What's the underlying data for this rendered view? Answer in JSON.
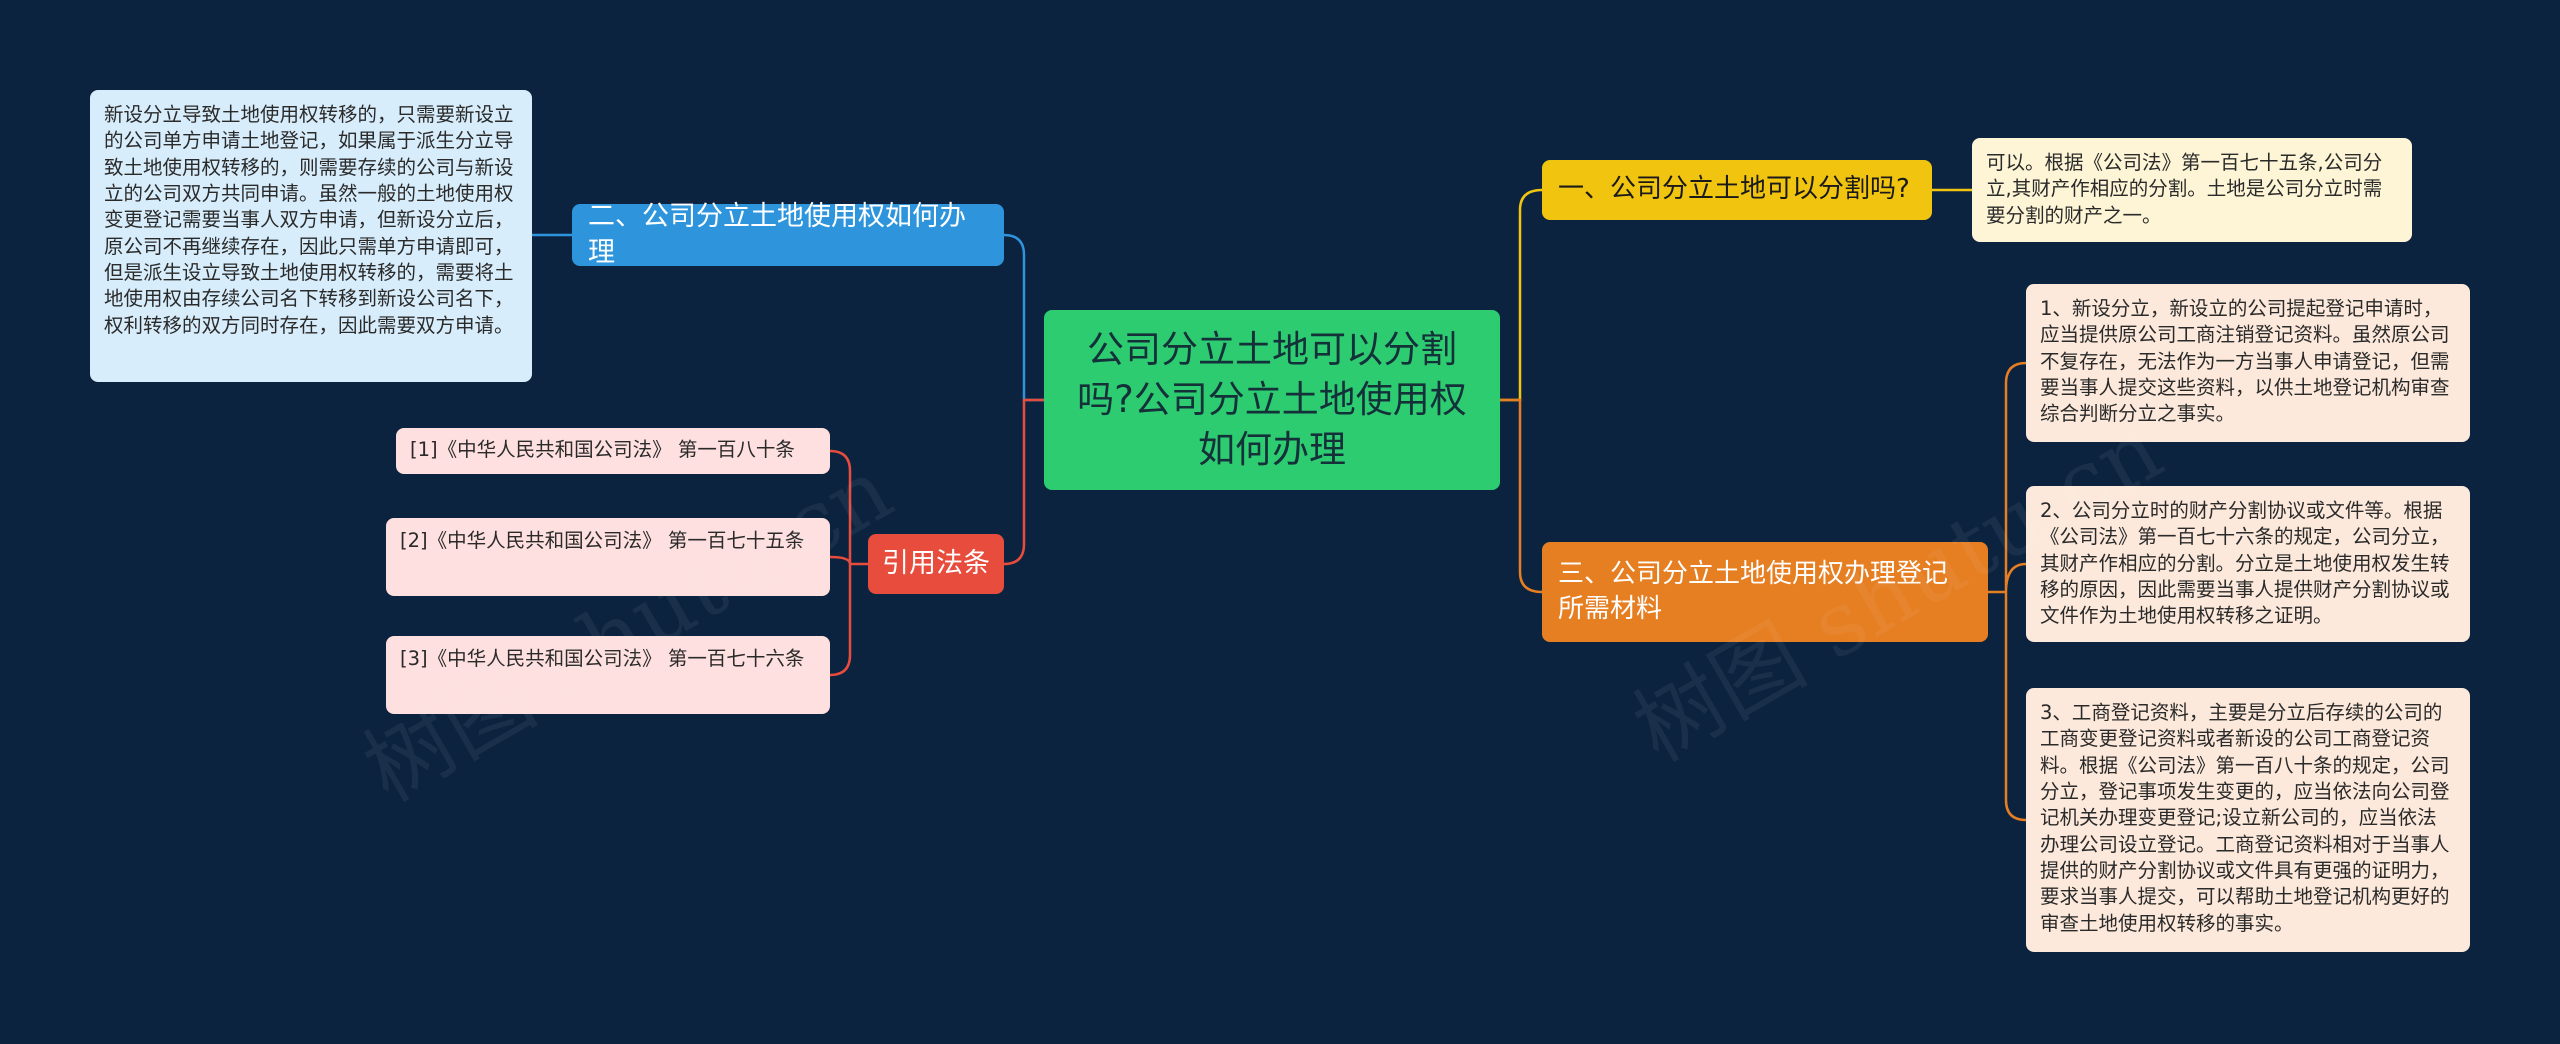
{
  "center": {
    "title": "公司分立土地可以分割吗?公司分立土地使用权如何办理"
  },
  "branches": {
    "b1": {
      "label": "一、公司分立土地可以分割吗?",
      "color": "#f1c40f",
      "leaves": [
        "可以。根据《公司法》第一百七十五条,公司分立,其财产作相应的分割。土地是公司分立时需要分割的财产之一。"
      ]
    },
    "b2": {
      "label": "二、公司分立土地使用权如何办理",
      "color": "#2e95dc",
      "leaves": [
        "新设分立导致土地使用权转移的，只需要新设立的公司单方申请土地登记，如果属于派生分立导致土地使用权转移的，则需要存续的公司与新设立的公司双方共同申请。虽然一般的土地使用权变更登记需要当事人双方申请，但新设分立后，原公司不再继续存在，因此只需单方申请即可，但是派生设立导致土地使用权转移的，需要将土地使用权由存续公司名下转移到新设公司名下，权利转移的双方同时存在，因此需要双方申请。"
      ]
    },
    "b3": {
      "label": "三、公司分立土地使用权办理登记所需材料",
      "color": "#e67e22",
      "leaves": [
        "1、新设分立，新设立的公司提起登记申请时，应当提供原公司工商注销登记资料。虽然原公司不复存在，无法作为一方当事人申请登记，但需要当事人提交这些资料，以供土地登记机构审查综合判断分立之事实。",
        "2、公司分立时的财产分割协议或文件等。根据《公司法》第一百七十六条的规定，公司分立，其财产作相应的分割。分立是土地使用权发生转移的原因，因此需要当事人提供财产分割协议或文件作为土地使用权转移之证明。",
        "3、工商登记资料，主要是分立后存续的公司的工商变更登记资料或者新设的公司工商登记资料。根据《公司法》第一百八十条的规定，公司分立，登记事项发生变更的，应当依法向公司登记机关办理变更登记;设立新公司的，应当依法办理公司设立登记。工商登记资料相对于当事人提供的财产分割协议或文件具有更强的证明力，要求当事人提交，可以帮助土地登记机构更好的审查土地使用权转移的事实。"
      ]
    },
    "b4": {
      "label": "引用法条",
      "color": "#e74c3c",
      "leaves": [
        "[1]《中华人民共和国公司法》 第一百八十条",
        "[2]《中华人民共和国公司法》 第一百七十五条",
        "[3]《中华人民共和国公司法》 第一百七十六条"
      ]
    }
  },
  "watermarks": [
    "树图 shutu.cn",
    "树图 shutu.cn"
  ]
}
